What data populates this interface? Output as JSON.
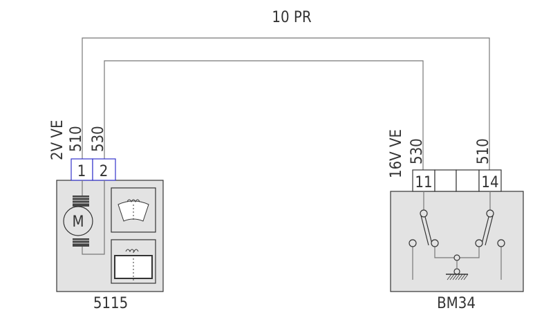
{
  "harness": {
    "label": "10 PR"
  },
  "left_component": {
    "id": "5115",
    "connector": "2V VE",
    "wires": [
      "510",
      "530"
    ],
    "pins": [
      "1",
      "2"
    ],
    "motor_symbol": "M",
    "icons": [
      "windshield-wiper-icon",
      "rear-wiper-icon"
    ]
  },
  "right_component": {
    "id": "BM34",
    "connector": "16V VE",
    "wires": [
      "530",
      "510"
    ],
    "pins": [
      "11",
      "14"
    ],
    "icons": [
      "relay-switch-icon",
      "ground-icon"
    ]
  },
  "colors": {
    "connector_left": "#3333cc",
    "box_fill": "#e3e3e3",
    "wire": "#777777"
  }
}
